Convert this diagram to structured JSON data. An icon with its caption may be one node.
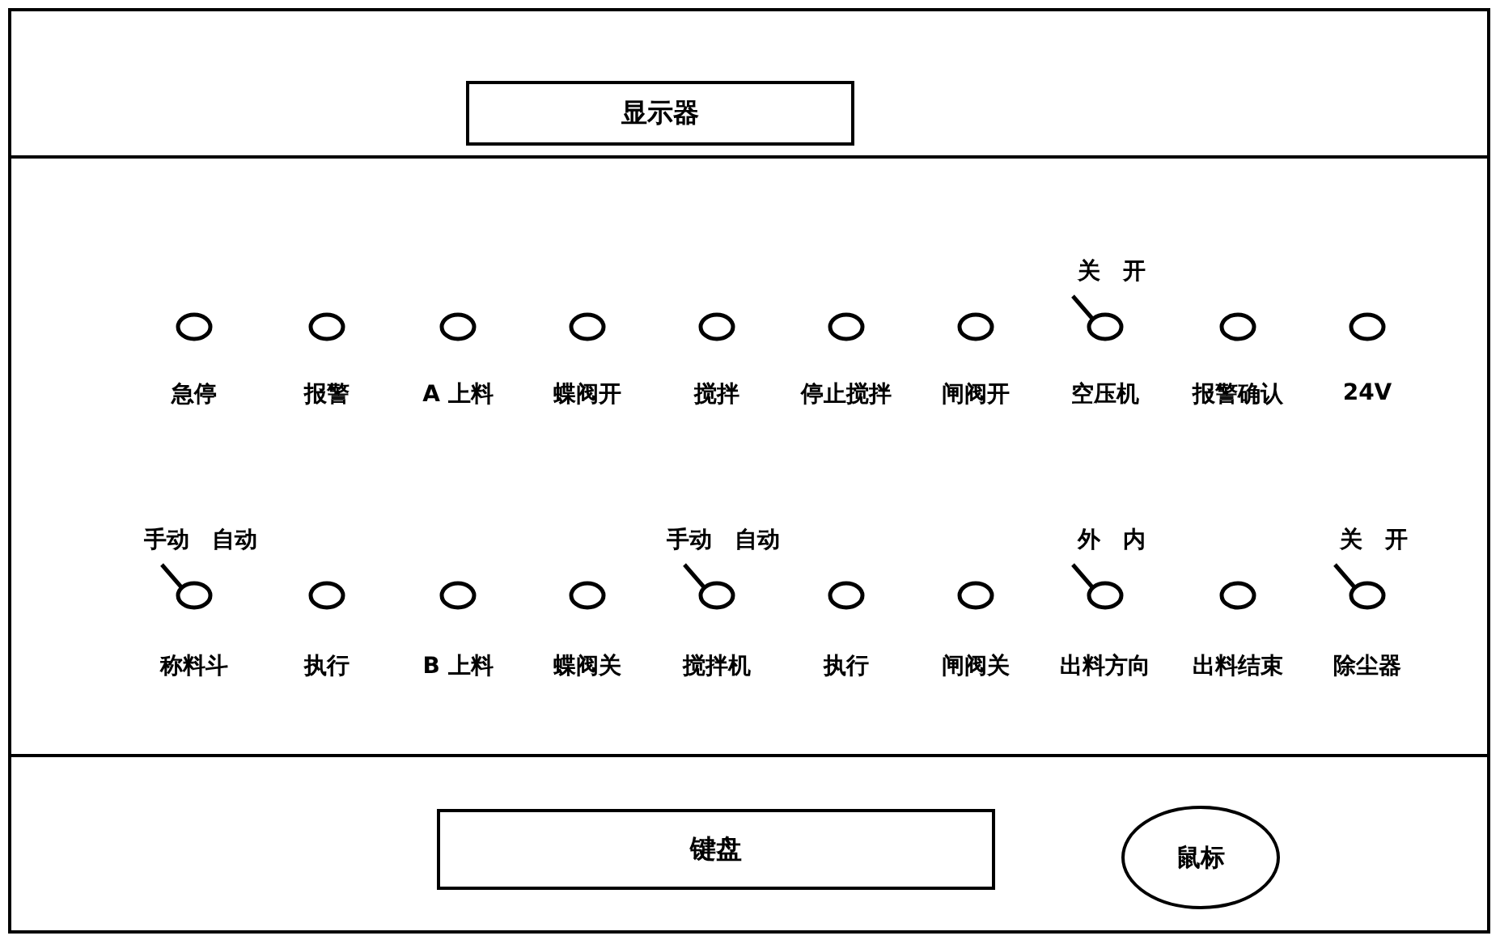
{
  "diagram": {
    "nodes": [
      {
        "text": [
          "显示器"
        ]
      },
      {
        "text": [
          "急停"
        ]
      },
      {
        "text": [
          "报警"
        ]
      },
      {
        "text": [
          "A 上料"
        ]
      },
      {
        "text": [
          "蝶阀开"
        ]
      },
      {
        "text": [
          "搅拌"
        ]
      },
      {
        "text": [
          "停止搅拌"
        ]
      },
      {
        "text": [
          "闸阀开"
        ]
      },
      {
        "text": [
          "空压机"
        ],
        "beside": [
          "关",
          "开"
        ]
      },
      {
        "text": [
          "报警确认"
        ]
      },
      {
        "text": [
          "24V"
        ]
      },
      {
        "text": [
          "称料斗"
        ],
        "beside": [
          "手动",
          "自动"
        ]
      },
      {
        "text": [
          "执行"
        ]
      },
      {
        "text": [
          "B 上料"
        ]
      },
      {
        "text": [
          "蝶阀关"
        ]
      },
      {
        "text": [
          "搅拌机"
        ],
        "beside": [
          "手动",
          "自动"
        ]
      },
      {
        "text": [
          "执行"
        ]
      },
      {
        "text": [
          "闸阀关"
        ]
      },
      {
        "text": [
          "出料方向"
        ],
        "beside": [
          "外",
          "内"
        ]
      },
      {
        "text": [
          "出料结束"
        ]
      },
      {
        "text": [
          "除尘器"
        ],
        "beside": [
          "关",
          "开"
        ]
      },
      {
        "text": [
          "键盘"
        ]
      },
      {
        "text": [
          "鼠标"
        ]
      }
    ],
    "edges": []
  }
}
